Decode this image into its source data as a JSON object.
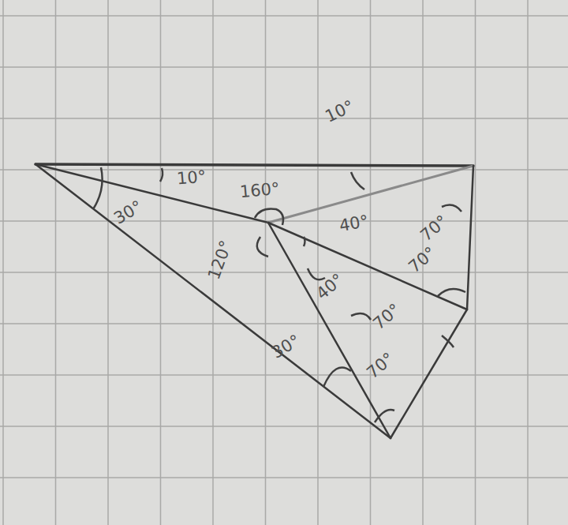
{
  "diagram": {
    "labels": [
      "10°",
      "10°",
      "30°",
      "160°",
      "40°",
      "120°",
      "70°",
      "70°",
      "40°",
      "30°",
      "70°",
      "70°"
    ]
  }
}
